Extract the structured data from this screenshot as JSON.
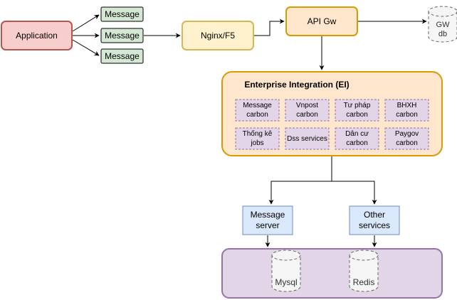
{
  "nodes": {
    "application": "Application",
    "message_1": "Message",
    "message_2": "Message",
    "message_3": "Message",
    "nginx": "Nginx/F5",
    "api_gw": "API Gw",
    "gw_db": "GW\ndb",
    "ei_title": "Enterprise Integration (EI)",
    "ei_services": [
      "Message\ncarbon",
      "Vnpost\ncarbon",
      "Tư pháp\ncarbon",
      "BHXH\ncarbon",
      "Thống kê\njobs",
      "Dss services",
      "Dân cư\ncarbon",
      "Paygov\ncarbon"
    ],
    "message_server": "Message\nserver",
    "other_services": "Other\nservices",
    "mysql": "Mysql",
    "redis": "Redis"
  },
  "colors": {
    "application_fill": "#f8cecc",
    "application_stroke": "#b85450",
    "message_fill": "#d5e8d4",
    "message_stroke": "#000000",
    "nginx_fill": "#fff2cc",
    "nginx_stroke": "#d6b656",
    "api_fill": "#ffe6cc",
    "api_stroke": "#d79b00",
    "ei_fill": "#ffe6cc",
    "ei_stroke": "#d79b00",
    "service_fill": "#e1d5e7",
    "service_stroke": "#9673a6",
    "blue_fill": "#dae8fc",
    "blue_stroke": "#6c8ebf",
    "storage_fill": "#e1d5e7",
    "storage_stroke": "#9673a6",
    "db_fill": "#f5f5f5",
    "db_stroke": "#666666"
  }
}
